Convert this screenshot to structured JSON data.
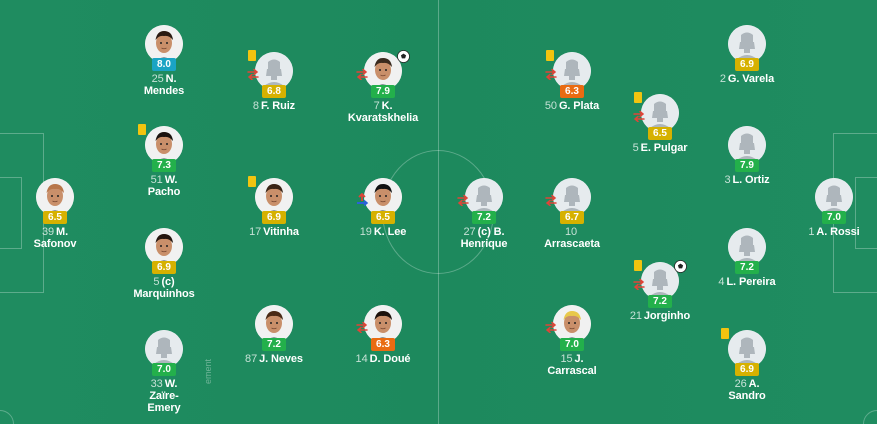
{
  "colors": {
    "pitch": "#1e8a5e",
    "rating_green": "#23b04b",
    "rating_yellow": "#d6b100",
    "rating_orange": "#e96b12",
    "rating_blue": "#1aa4c4",
    "card_yellow": "#f2c40f"
  },
  "watermark": "ement",
  "home": [
    {
      "num": "39",
      "name": "M.\nSafonov",
      "rating": "6.5",
      "level": "yellow",
      "photo": "face",
      "hair": "#b8764a"
    },
    {
      "num": "25",
      "name": "N.\nMendes",
      "rating": "8.0",
      "level": "blue",
      "photo": "face",
      "hair": "#2a1a12"
    },
    {
      "num": "51",
      "name": "W.\nPacho",
      "rating": "7.3",
      "level": "green",
      "photo": "face",
      "hair": "#1a120e",
      "card": true
    },
    {
      "num": "5",
      "name": "(c)\nMarquinhos",
      "rating": "6.9",
      "level": "yellow",
      "photo": "face",
      "hair": "#24150e"
    },
    {
      "num": "33",
      "name": "W.\nZaïre-\nEmery",
      "rating": "7.0",
      "level": "green",
      "photo": "silhouette"
    },
    {
      "num": "8",
      "name": "F. Ruiz",
      "rating": "6.8",
      "level": "yellow",
      "photo": "silhouette",
      "card": true,
      "sub": true
    },
    {
      "num": "17",
      "name": "Vitinha",
      "rating": "6.9",
      "level": "yellow",
      "photo": "face",
      "hair": "#3a2416",
      "card": true
    },
    {
      "num": "87",
      "name": "J. Neves",
      "rating": "7.2",
      "level": "green",
      "photo": "face",
      "hair": "#4a2a16"
    },
    {
      "num": "7",
      "name": "K.\nKvaratskhelia",
      "rating": "7.9",
      "level": "green",
      "photo": "face",
      "hair": "#3a2a1e",
      "sub": true,
      "goal": true
    },
    {
      "num": "19",
      "name": "K. Lee",
      "rating": "6.5",
      "level": "yellow",
      "photo": "face",
      "hair": "#111111",
      "assist": true
    },
    {
      "num": "14",
      "name": "D. Doué",
      "rating": "6.3",
      "level": "orange",
      "photo": "face",
      "hair": "#1c110b",
      "sub": true
    }
  ],
  "away": [
    {
      "num": "27",
      "name": "(c) B.\nHenrique",
      "rating": "7.2",
      "level": "green",
      "photo": "silhouette",
      "sub": true
    },
    {
      "num": "10",
      "name": "\nArrascaeta",
      "rating": "6.7",
      "level": "yellow",
      "photo": "silhouette",
      "sub": true
    },
    {
      "num": "15",
      "name": "J.\nCarrascal",
      "rating": "7.0",
      "level": "green",
      "photo": "face",
      "hair": "#e8c84a",
      "sub": true
    },
    {
      "num": "50",
      "name": "G. Plata",
      "rating": "6.3",
      "level": "orange",
      "photo": "silhouette",
      "card": true,
      "sub": true
    },
    {
      "num": "5",
      "name": "E. Pulgar",
      "rating": "6.5",
      "level": "yellow",
      "photo": "silhouette",
      "card": true,
      "sub": true
    },
    {
      "num": "21",
      "name": "Jorginho",
      "rating": "7.2",
      "level": "green",
      "photo": "silhouette",
      "card": true,
      "sub": true,
      "goal": true
    },
    {
      "num": "2",
      "name": "G. Varela",
      "rating": "6.9",
      "level": "yellow",
      "photo": "silhouette"
    },
    {
      "num": "3",
      "name": "L. Ortiz",
      "rating": "7.9",
      "level": "green",
      "photo": "silhouette"
    },
    {
      "num": "4",
      "name": "L. Pereira",
      "rating": "7.2",
      "level": "green",
      "photo": "silhouette"
    },
    {
      "num": "26",
      "name": "A.\nSandro",
      "rating": "6.9",
      "level": "yellow",
      "photo": "silhouette",
      "card": true
    },
    {
      "num": "1",
      "name": "A. Rossi",
      "rating": "7.0",
      "level": "green",
      "photo": "silhouette"
    }
  ]
}
